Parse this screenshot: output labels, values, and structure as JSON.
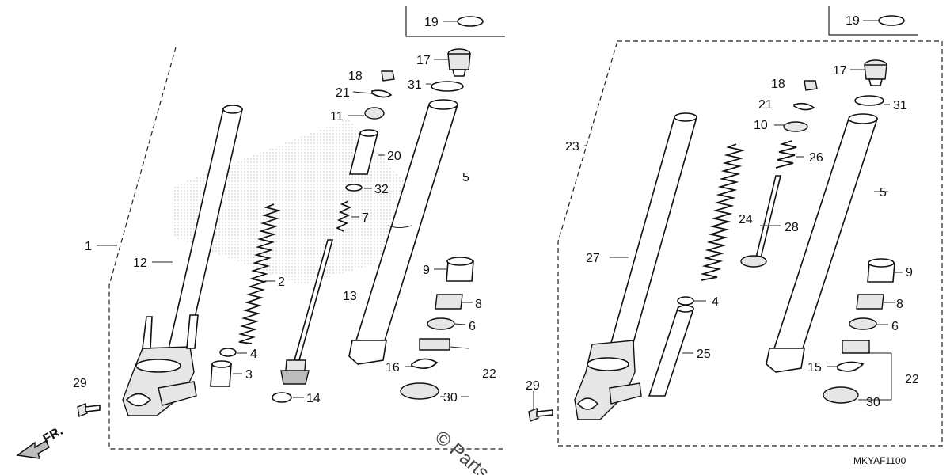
{
  "diagram_code": "MKYAF1100",
  "front_indicator": "FR.",
  "watermark": "© Parts",
  "left_assembly": {
    "callouts": [
      {
        "id": "19",
        "label": "19"
      },
      {
        "id": "17",
        "label": "17"
      },
      {
        "id": "18",
        "label": "18"
      },
      {
        "id": "31",
        "label": "31"
      },
      {
        "id": "21",
        "label": "21"
      },
      {
        "id": "11",
        "label": "11"
      },
      {
        "id": "20",
        "label": "20"
      },
      {
        "id": "5",
        "label": "5"
      },
      {
        "id": "32",
        "label": "32"
      },
      {
        "id": "7",
        "label": "7"
      },
      {
        "id": "1",
        "label": "1"
      },
      {
        "id": "12",
        "label": "12"
      },
      {
        "id": "9",
        "label": "9"
      },
      {
        "id": "2",
        "label": "2"
      },
      {
        "id": "13",
        "label": "13"
      },
      {
        "id": "8",
        "label": "8"
      },
      {
        "id": "6",
        "label": "6"
      },
      {
        "id": "4",
        "label": "4"
      },
      {
        "id": "3",
        "label": "3"
      },
      {
        "id": "16",
        "label": "16"
      },
      {
        "id": "22",
        "label": "22"
      },
      {
        "id": "29",
        "label": "29"
      },
      {
        "id": "30",
        "label": "30"
      },
      {
        "id": "14",
        "label": "14"
      }
    ]
  },
  "right_assembly": {
    "callouts": [
      {
        "id": "19",
        "label": "19"
      },
      {
        "id": "17",
        "label": "17"
      },
      {
        "id": "18",
        "label": "18"
      },
      {
        "id": "21",
        "label": "21"
      },
      {
        "id": "31",
        "label": "31"
      },
      {
        "id": "10",
        "label": "10"
      },
      {
        "id": "23",
        "label": "23"
      },
      {
        "id": "26",
        "label": "26"
      },
      {
        "id": "5",
        "label": "5"
      },
      {
        "id": "24",
        "label": "24"
      },
      {
        "id": "28",
        "label": "28"
      },
      {
        "id": "27",
        "label": "27"
      },
      {
        "id": "9",
        "label": "9"
      },
      {
        "id": "4",
        "label": "4"
      },
      {
        "id": "8",
        "label": "8"
      },
      {
        "id": "6",
        "label": "6"
      },
      {
        "id": "25",
        "label": "25"
      },
      {
        "id": "15",
        "label": "15"
      },
      {
        "id": "22",
        "label": "22"
      },
      {
        "id": "29",
        "label": "29"
      },
      {
        "id": "30",
        "label": "30"
      }
    ]
  }
}
